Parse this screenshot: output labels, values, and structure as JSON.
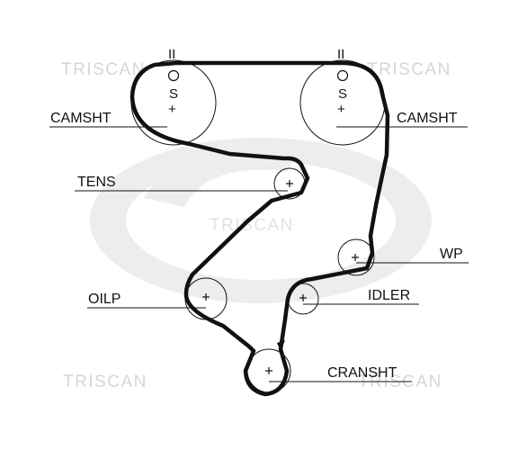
{
  "watermarks": {
    "brand": "TRISCAN"
  },
  "labels": {
    "camshaft_left": "CAMSHT",
    "camshaft_right": "CAMSHT",
    "tensioner": "TENS",
    "water_pump": "WP",
    "oil_pump": "OILP",
    "idler": "IDLER",
    "crankshaft": "CRANSHT"
  },
  "marks": {
    "timing_mark": "II",
    "cam_letter": "S",
    "center": "+"
  },
  "colors": {
    "belt": "#111111",
    "watermark": "#d6d6d6",
    "logo": "#ededed"
  }
}
